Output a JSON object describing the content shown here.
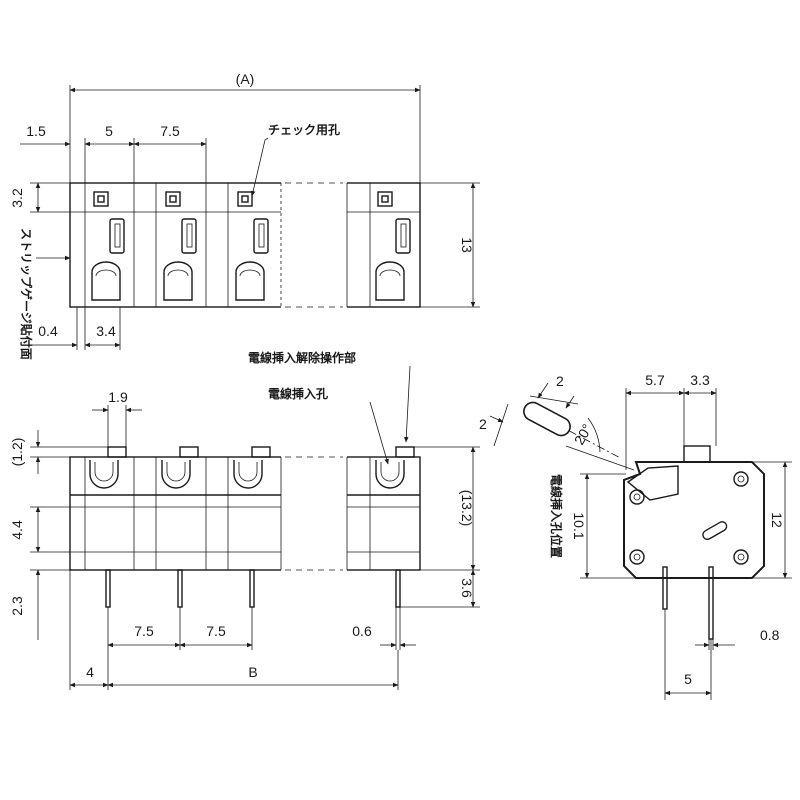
{
  "top_view": {
    "dim_A": "(A)",
    "dim_1_5": "1.5",
    "dim_5": "5",
    "dim_7_5": "7.5",
    "dim_3_2": "3.2",
    "dim_13": "13",
    "dim_0_4": "0.4",
    "dim_3_4": "3.4",
    "label_check_hole": "チェック用孔",
    "label_strip_gauge": "ストリップゲージ貼付面"
  },
  "front_view": {
    "dim_1_9": "1.9",
    "dim_1_2": "(1.2)",
    "dim_4_4": "4.4",
    "dim_13_2": "(13.2)",
    "dim_3_6": "3.6",
    "dim_2_3": "2.3",
    "dim_7_5_a": "7.5",
    "dim_7_5_b": "7.5",
    "dim_0_6": "0.6",
    "dim_4": "4",
    "dim_B": "B",
    "label_release": "電線挿入解除操作部",
    "label_insert_hole": "電線挿入孔"
  },
  "side_view": {
    "dim_2_a": "2",
    "dim_2_b": "2",
    "dim_20deg": "20°",
    "dim_5_7": "5.7",
    "dim_3_3": "3.3",
    "dim_10_1": "10.1",
    "dim_12": "12",
    "dim_0_8": "0.8",
    "dim_5": "5",
    "label_insert_pos": "電線挿入孔位置"
  }
}
